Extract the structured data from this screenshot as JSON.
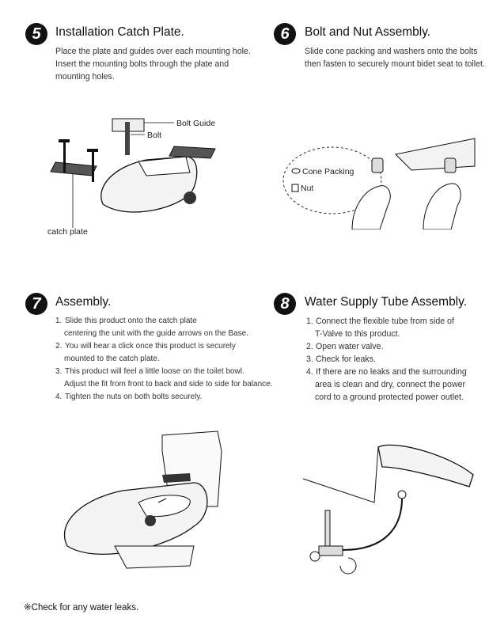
{
  "steps": [
    {
      "number": "5",
      "title": "Installation Catch Plate.",
      "lines": [
        "Place the plate and guides over each mounting hole.",
        "Insert the mounting bolts through the plate and",
        "mounting holes."
      ],
      "labels": {
        "bolt_guide": "Bolt Guide",
        "bolt": "Bolt",
        "catch_plate": "catch plate"
      }
    },
    {
      "number": "6",
      "title": "Bolt and Nut Assembly.",
      "lines": [
        "Slide cone packing and washers onto the bolts",
        "then fasten to securely mount bidet seat to toilet."
      ],
      "labels": {
        "cone_packing": "Cone Packing",
        "nut": "Nut"
      }
    },
    {
      "number": "7",
      "title": "Assembly.",
      "items": [
        {
          "num": "1.",
          "text": "Slide this product onto the catch plate",
          "cont": "centering the unit with the guide arrows on the Base."
        },
        {
          "num": "2.",
          "text": "You will hear a click once this product is securely",
          "cont": "mounted to the catch plate."
        },
        {
          "num": "3.",
          "text": "This product will feel a little loose on the toilet bowl.",
          "cont": "Adjust the fit from front to back and side to side for balance."
        },
        {
          "num": "4.",
          "text": "Tighten the nuts on both bolts securely.",
          "cont": ""
        }
      ]
    },
    {
      "number": "8",
      "title": "Water Supply Tube Assembly.",
      "items": [
        {
          "num": "1.",
          "text": "Connect the flexible tube from side of",
          "cont": "T-Valve to this product."
        },
        {
          "num": "2.",
          "text": "Open water valve.",
          "cont": ""
        },
        {
          "num": "3.",
          "text": "Check for leaks.",
          "cont": ""
        },
        {
          "num": "4.",
          "text": "If there are no leaks and the surrounding",
          "cont": "area is clean and dry, connect the power"
        },
        {
          "num": "",
          "text": "",
          "cont": "cord to a ground protected power outlet."
        }
      ]
    }
  ],
  "footnote": "※Check for any water leaks."
}
